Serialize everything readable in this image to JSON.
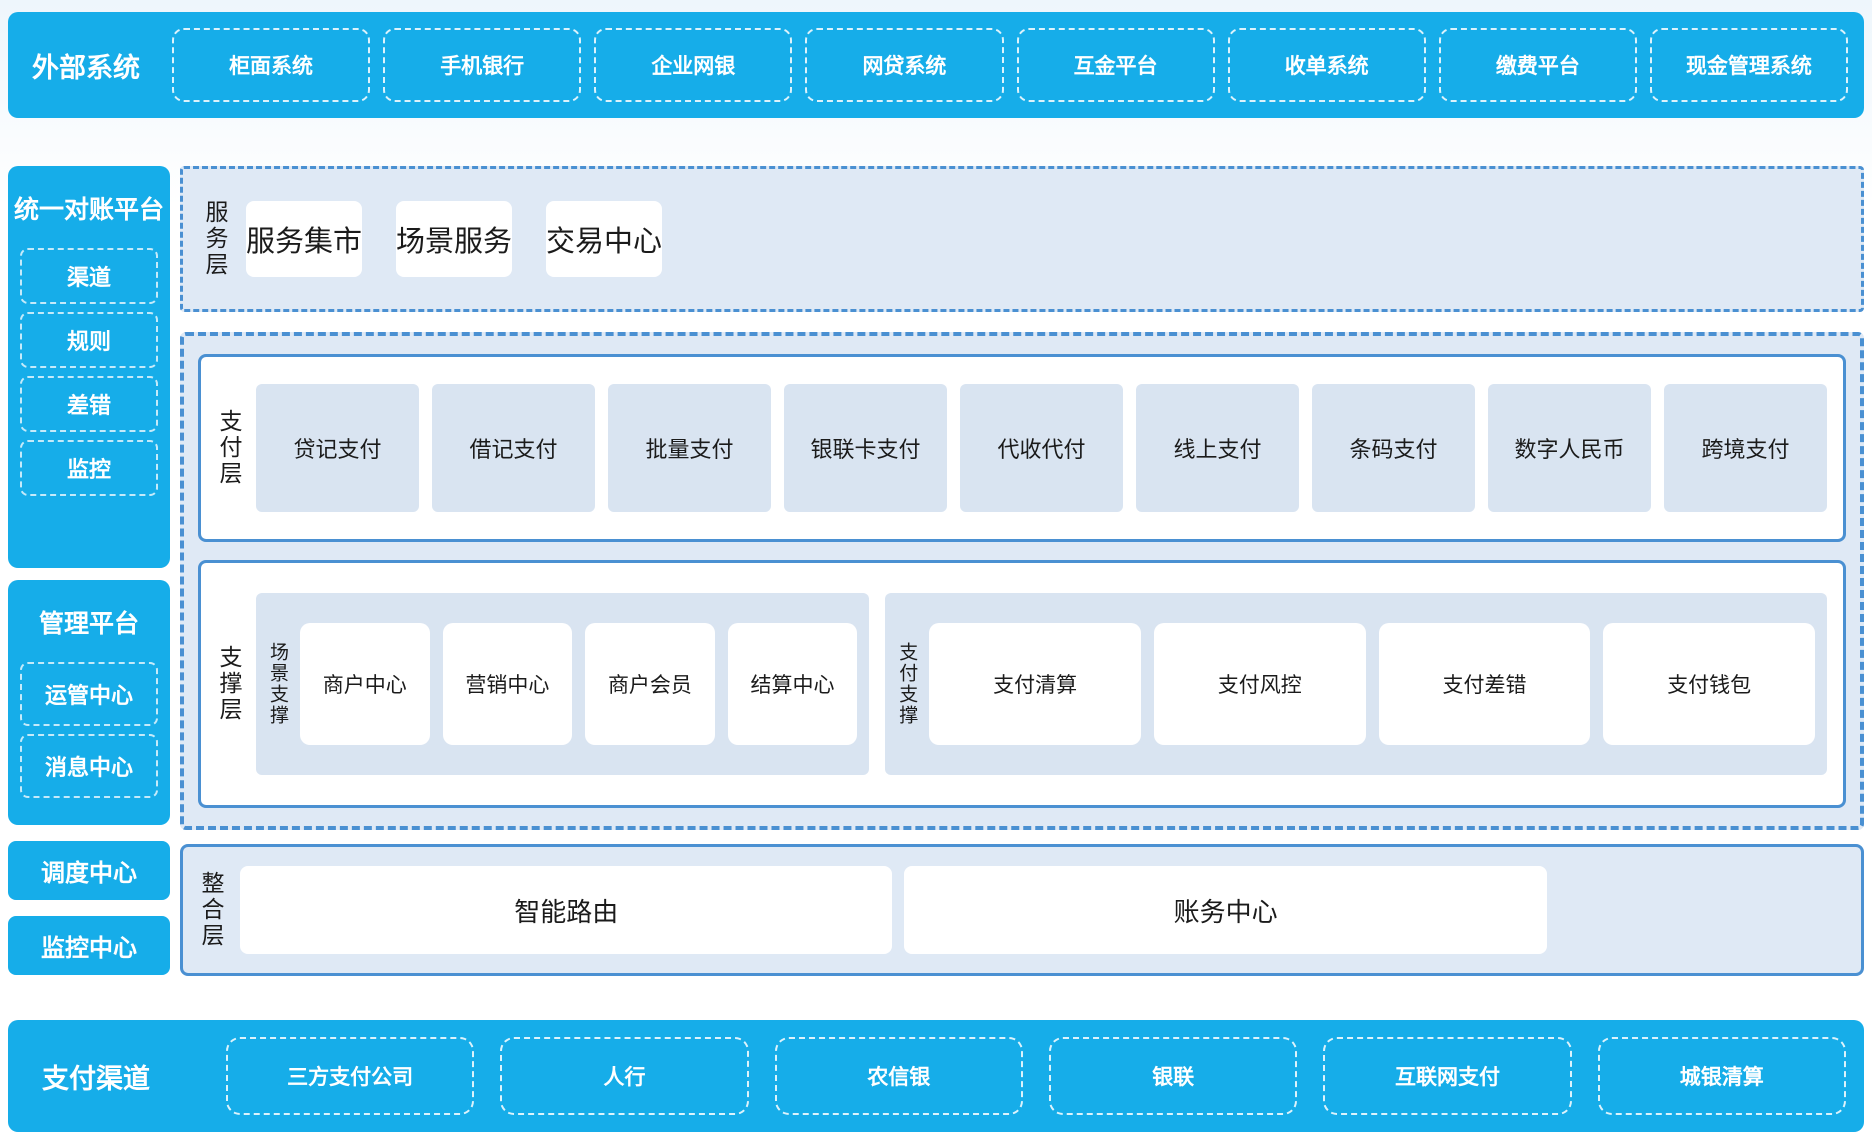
{
  "colors": {
    "accent": "#16ade9",
    "border-blue": "#4a90d2",
    "panel-bg": "#dfe9f5",
    "item-bg": "#d9e4f1",
    "ink": "#1b1b1b"
  },
  "external_systems": {
    "title": "外部系统",
    "items": [
      "柜面系统",
      "手机银行",
      "企业网银",
      "网贷系统",
      "互金平台",
      "收单系统",
      "缴费平台",
      "现金管理系统"
    ]
  },
  "sidebar": {
    "reconciliation": {
      "title": "统一对账平台",
      "items": [
        "渠道",
        "规则",
        "差错",
        "监控"
      ]
    },
    "management": {
      "title": "管理平台",
      "items": [
        "运管中心",
        "消息中心"
      ]
    },
    "scheduling_center": "调度中心",
    "monitoring_center": "监控中心"
  },
  "service_layer": {
    "label": "服务层",
    "items": [
      "服务集市",
      "场景服务",
      "交易中心"
    ]
  },
  "payment_layer": {
    "label": "支付层",
    "items": [
      "贷记支付",
      "借记支付",
      "批量支付",
      "银联卡支付",
      "代收代付",
      "线上支付",
      "条码支付",
      "数字人民币",
      "跨境支付"
    ]
  },
  "support_layer": {
    "label": "支撑层",
    "groups": [
      {
        "label": "场景支撑",
        "items": [
          "商户中心",
          "营销中心",
          "商户会员",
          "结算中心"
        ]
      },
      {
        "label": "支付支撑",
        "items": [
          "支付清算",
          "支付风控",
          "支付差错",
          "支付钱包"
        ]
      }
    ]
  },
  "integration_layer": {
    "label": "整合层",
    "items": [
      "智能路由",
      "账务中心"
    ]
  },
  "payment_channels": {
    "title": "支付渠道",
    "items": [
      "三方支付公司",
      "人行",
      "农信银",
      "银联",
      "互联网支付",
      "城银清算"
    ]
  }
}
